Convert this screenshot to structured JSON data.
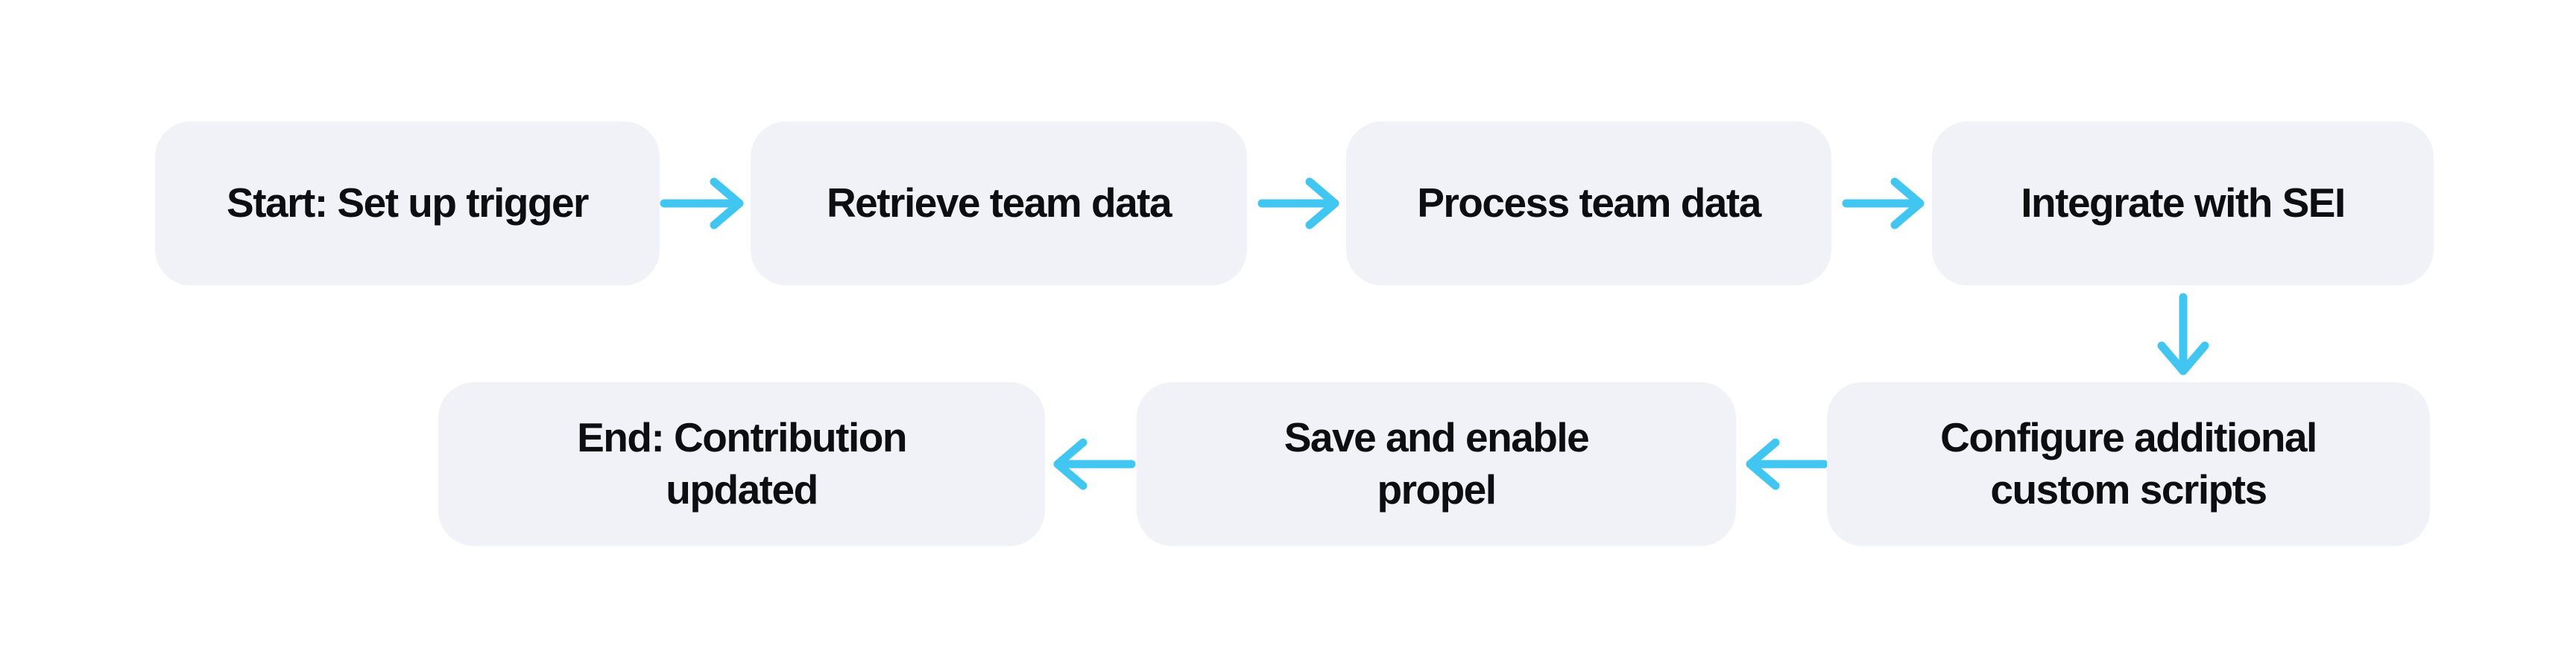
{
  "diagram": {
    "type": "flowchart",
    "background": "#ffffff",
    "node_fill": "#f1f2f7",
    "text_color": "#0d0e12",
    "arrow_color": "#41c6f2",
    "nodes": [
      {
        "id": "start",
        "label": "Start: Set up trigger"
      },
      {
        "id": "retrieve-team-data",
        "label": "Retrieve team data"
      },
      {
        "id": "process-team-data",
        "label": "Process team data"
      },
      {
        "id": "integrate-with-sei",
        "label": "Integrate with SEI"
      },
      {
        "id": "end-contribution-updated",
        "label": "End: Contribution updated",
        "lines": [
          "End: Contribution",
          "updated"
        ]
      },
      {
        "id": "save-and-enable-propel",
        "label": "Save and enable propel",
        "lines": [
          "Save and enable",
          "propel"
        ]
      },
      {
        "id": "configure-custom-scripts",
        "label": "Configure additional custom scripts",
        "lines": [
          "Configure additional",
          "custom scripts"
        ]
      }
    ],
    "edges": [
      {
        "from": "start",
        "to": "retrieve-team-data",
        "direction": "right"
      },
      {
        "from": "retrieve-team-data",
        "to": "process-team-data",
        "direction": "right"
      },
      {
        "from": "process-team-data",
        "to": "integrate-with-sei",
        "direction": "right"
      },
      {
        "from": "integrate-with-sei",
        "to": "configure-custom-scripts",
        "direction": "down"
      },
      {
        "from": "configure-custom-scripts",
        "to": "save-and-enable-propel",
        "direction": "left"
      },
      {
        "from": "save-and-enable-propel",
        "to": "end-contribution-updated",
        "direction": "left"
      }
    ]
  }
}
